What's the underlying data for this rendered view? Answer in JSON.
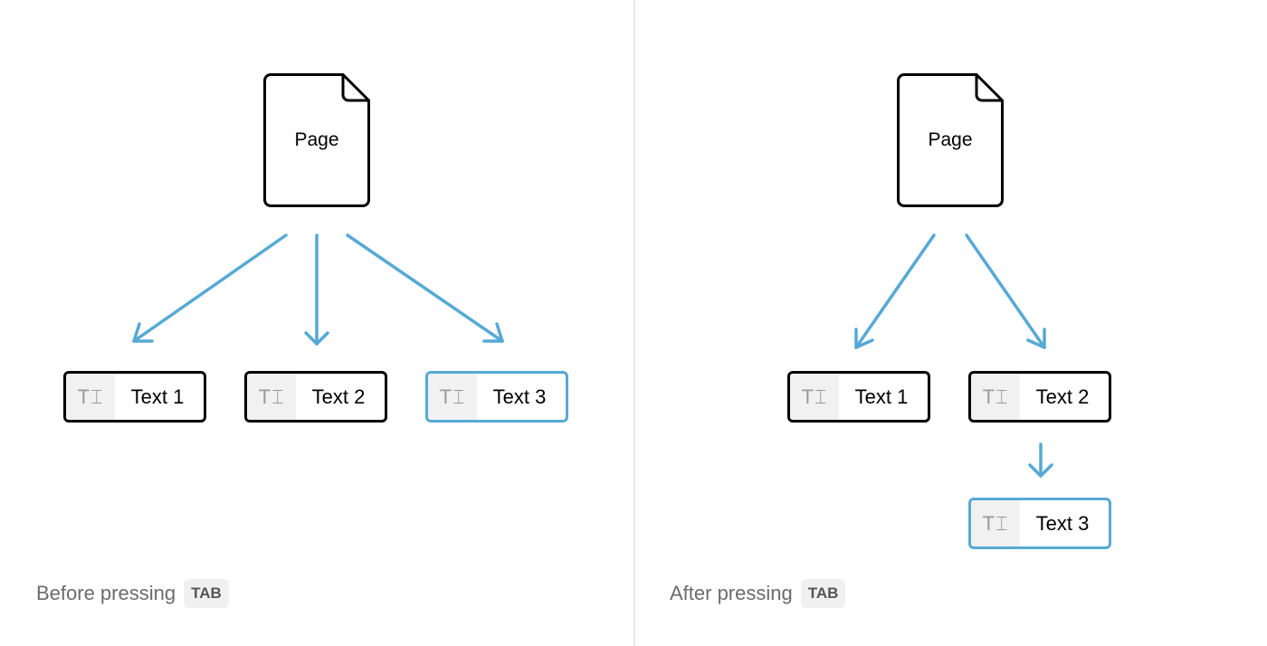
{
  "colors": {
    "arrow": "#56a9d6",
    "selected_border": "#56a9d6",
    "block_border": "#000000"
  },
  "before": {
    "page_label": "Page",
    "blocks": [
      {
        "label": "Text 1",
        "icon": "text-type-icon"
      },
      {
        "label": "Text 2",
        "icon": "text-type-icon"
      },
      {
        "label": "Text 3",
        "icon": "text-type-icon",
        "selected": true
      }
    ],
    "caption": "Before pressing",
    "key": "TAB"
  },
  "after": {
    "page_label": "Page",
    "blocks": [
      {
        "label": "Text 1",
        "icon": "text-type-icon"
      },
      {
        "label": "Text 2",
        "icon": "text-type-icon"
      },
      {
        "label": "Text 3",
        "icon": "text-type-icon",
        "selected": true,
        "child_of": "Text 2"
      }
    ],
    "caption": "After pressing",
    "key": "TAB"
  }
}
